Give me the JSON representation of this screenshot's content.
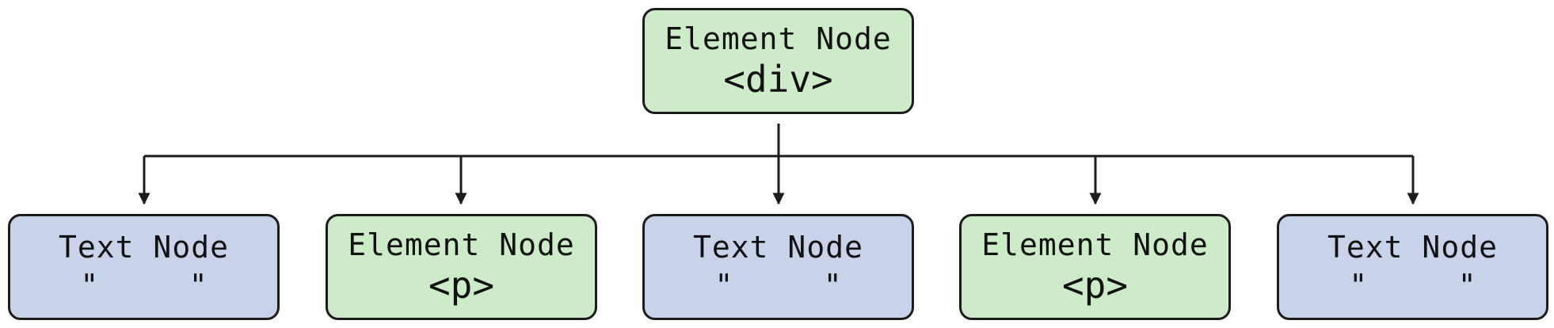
{
  "root": {
    "kind": "element",
    "type_label": "Element Node",
    "value": "<div>"
  },
  "children": [
    {
      "kind": "text",
      "type_label": "Text Node",
      "value": "\"     \""
    },
    {
      "kind": "element",
      "type_label": "Element Node",
      "value": "<p>"
    },
    {
      "kind": "text",
      "type_label": "Text Node",
      "value": "\"     \""
    },
    {
      "kind": "element",
      "type_label": "Element Node",
      "value": "<p>"
    },
    {
      "kind": "text",
      "type_label": "Text Node",
      "value": "\"     \""
    }
  ],
  "colors": {
    "element_fill": "#cdebc8",
    "text_fill": "#c8d3ea",
    "stroke": "#1c1c1c"
  }
}
